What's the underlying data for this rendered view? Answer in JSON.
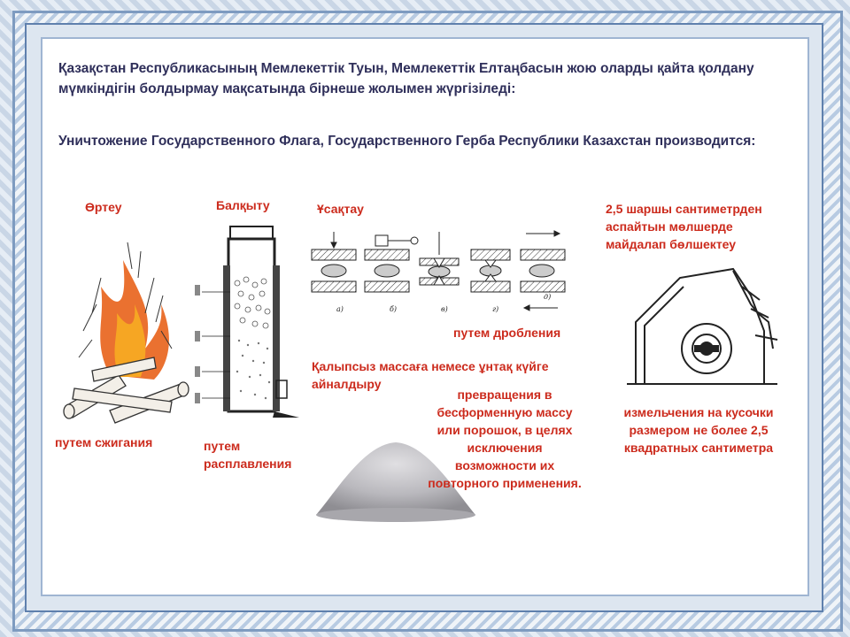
{
  "intro_kz": "Қазақстан Республикасының Мемлекеттік Туын, Мемлекеттік Елтаңбасын жою оларды қайта қолдану мүмкіндігін болдырмау мақсатында бірнеше жолымен жүргізіледі:",
  "intro_ru": "Уничтожение Государственного Флага, Государственного Герба Республики Казахстан производится:",
  "methods": {
    "burn": {
      "kz": "Өртеу",
      "ru": "путем сжигания"
    },
    "melt": {
      "kz": "Балқыту",
      "ru": "путем расплавления"
    },
    "crush": {
      "kz": "Ұсақтау",
      "ru": "путем дробления"
    },
    "powder": {
      "kz": "Қалыпсыз массаға немесе ұнтақ күйге айналдыру",
      "ru": "превращения в бесформенную массу или порошок, в целях исключения возможности их повторного применения."
    },
    "shred": {
      "kz": "2,5 шаршы сантиметрден аспайтын мөлшерде майдалап бөлшектеу",
      "ru": "измельчения на кусочки размером не более 2,5 квадратных сантиметра"
    }
  },
  "diagram_labels": {
    "a": "а)",
    "b": "б)",
    "c": "в)",
    "d": "г)",
    "e": "д)"
  },
  "colors": {
    "accent_red": "#cc2b1d",
    "heading_text": "#2f2f5a",
    "frame_blue": "#5f80ad"
  }
}
